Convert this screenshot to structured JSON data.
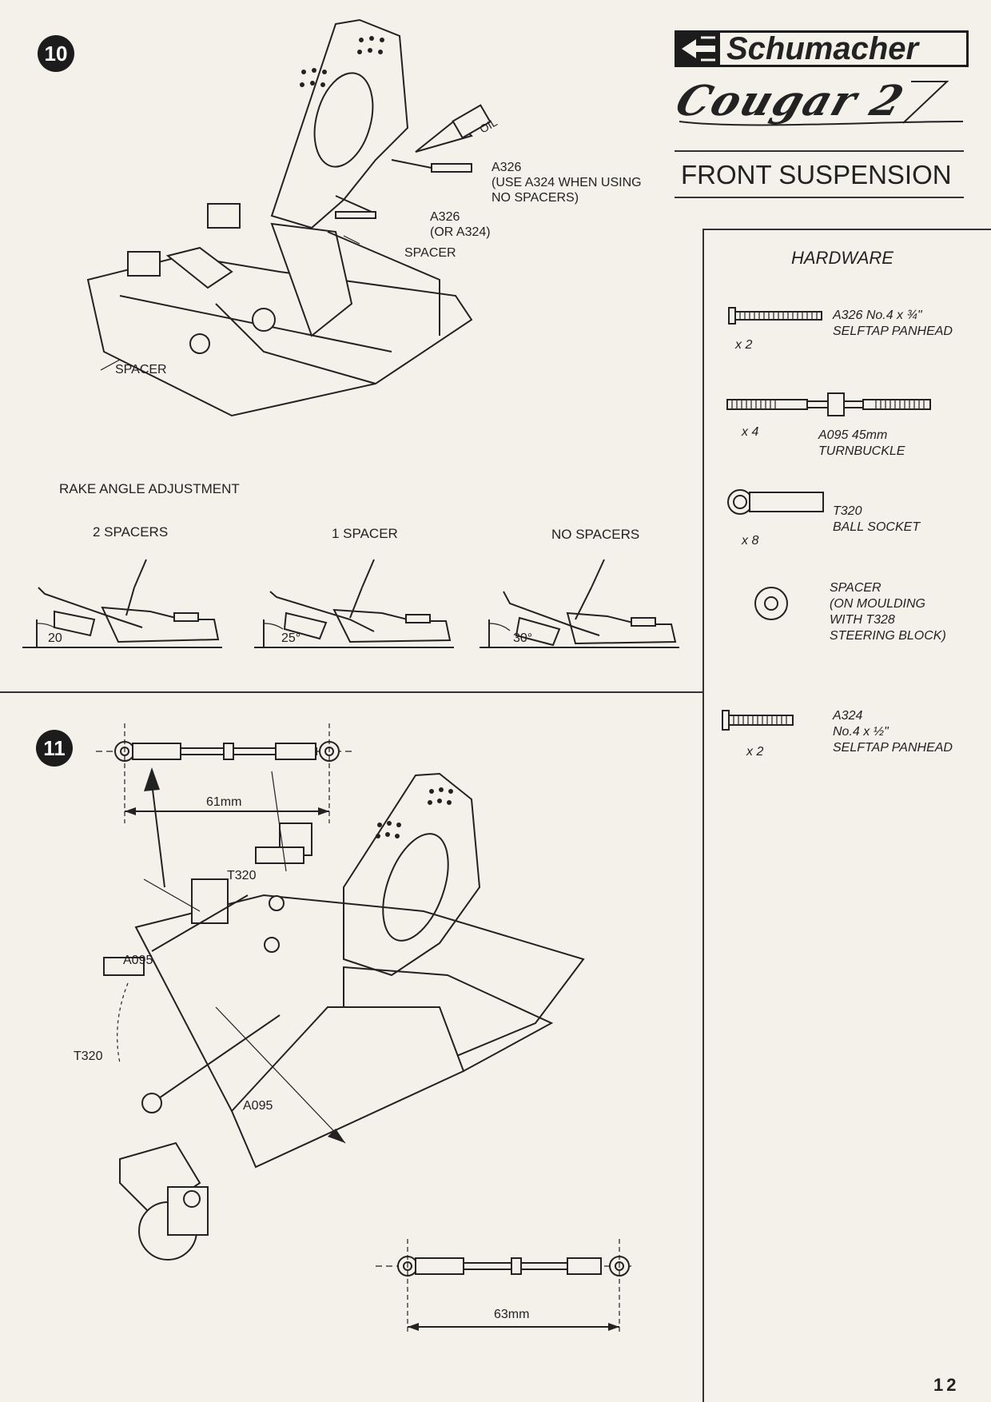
{
  "header": {
    "brand": "Schumacher",
    "model": "Cougar 2",
    "section_title": "FRONT SUSPENSION"
  },
  "steps": {
    "step10": "10",
    "step11": "11"
  },
  "step10_labels": {
    "a326_main": "A326",
    "a326_note1": "(USE A324 WHEN USING",
    "a326_note2": "NO SPACERS)",
    "a326_second": "A326",
    "a326_second_note": "(OR A324)",
    "spacer_right": "SPACER",
    "spacer_left": "SPACER",
    "oil": "OIL"
  },
  "rake": {
    "title": "RAKE ANGLE ADJUSTMENT",
    "items": [
      {
        "label": "2 SPACERS",
        "angle": "20"
      },
      {
        "label": "1 SPACER",
        "angle": "25°"
      },
      {
        "label": "NO SPACERS",
        "angle": "30°"
      }
    ]
  },
  "hardware": {
    "title": "HARDWARE",
    "items": [
      {
        "qty": "x 2",
        "line1": "A326 No.4 x ¾\"",
        "line2": "SELFTAP PANHEAD",
        "icon": "screw-icon"
      },
      {
        "qty": "x 4",
        "line1": "A095 45mm",
        "line2": "TURNBUCKLE",
        "icon": "turnbuckle-icon"
      },
      {
        "qty": "x 8",
        "line1": "T320",
        "line2": "BALL SOCKET",
        "icon": "ball-socket-icon"
      },
      {
        "qty": "",
        "line1": "SPACER",
        "line2": "(ON MOULDING",
        "line3": "WITH T328",
        "line4": "STEERING BLOCK)",
        "icon": "spacer-icon"
      },
      {
        "qty": "x 2",
        "line1": "A324",
        "line2": "No.4 x ½\"",
        "line3": "SELFTAP PANHEAD",
        "icon": "short-screw-icon"
      }
    ]
  },
  "step11_labels": {
    "dim_top": "61mm",
    "dim_bottom": "63mm",
    "t320_top": "T320",
    "a095_left": "A095",
    "t320_left": "T320",
    "a095_mid": "A095"
  },
  "page_number": "12"
}
